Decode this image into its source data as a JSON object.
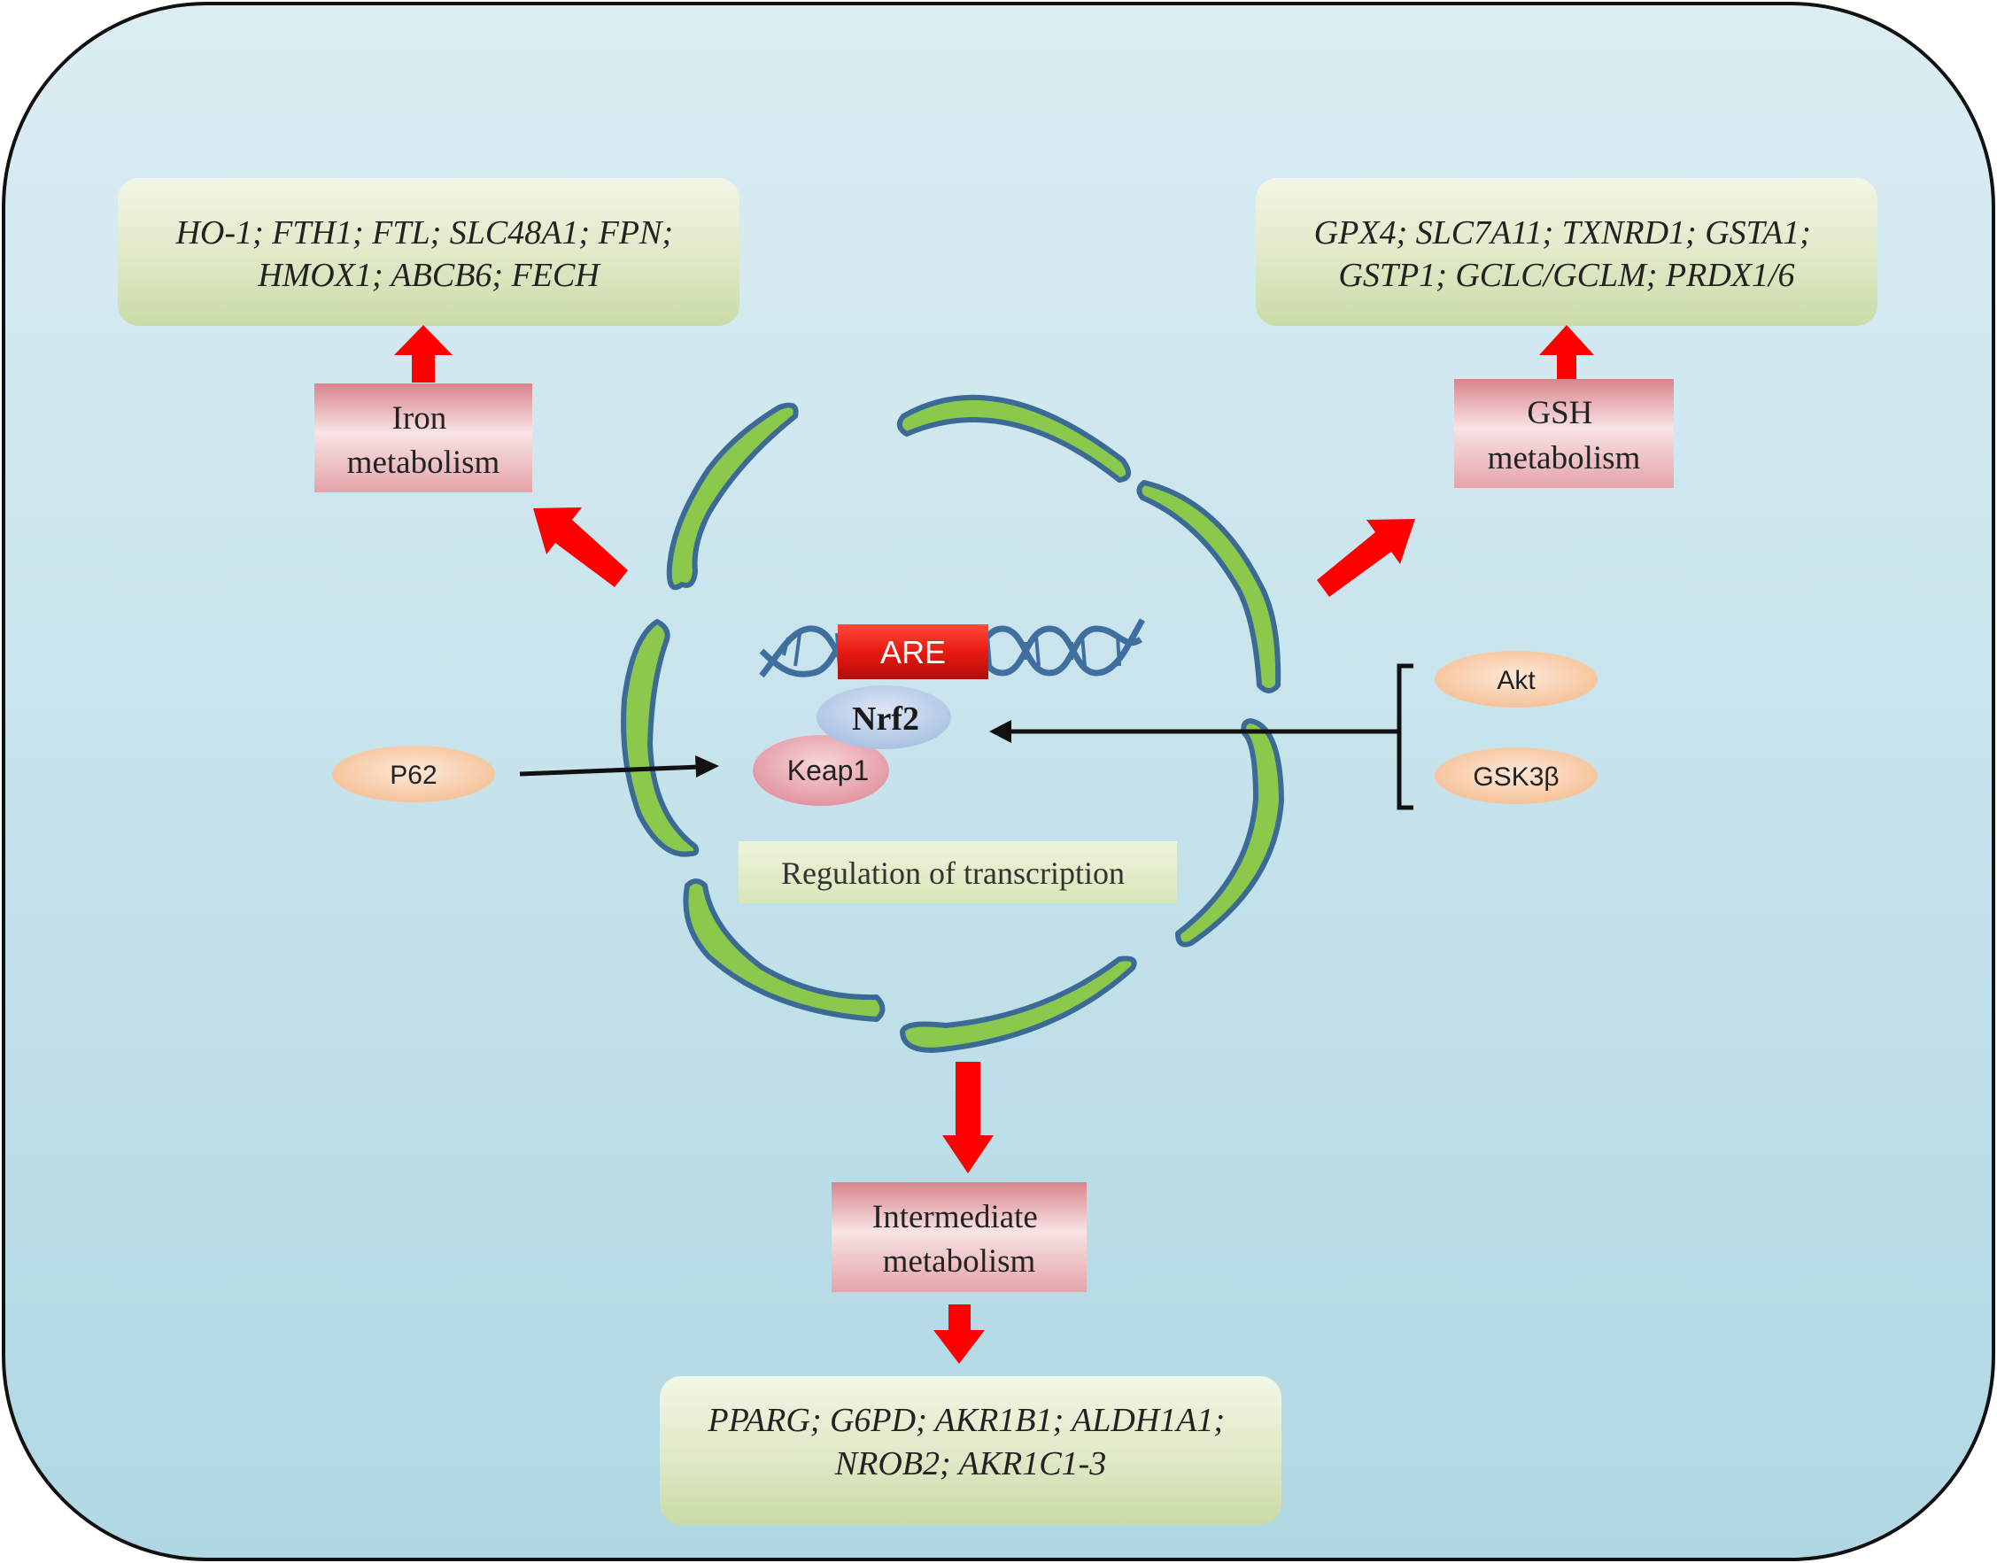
{
  "gene_boxes": {
    "iron_genes": [
      "HO-1; FTH1; FTL; SLC48A1; FPN;",
      "HMOX1; ABCB6; FECH"
    ],
    "gsh_genes": [
      "GPX4; SLC7A11; TXNRD1; GSTA1;",
      "GSTP1;  GCLC/GCLM; PRDX1/6"
    ],
    "intermediate_genes": [
      "PPARG; G6PD; AKR1B1; ALDH1A1;",
      "NROB2; AKR1C1-3"
    ]
  },
  "categories": {
    "iron": [
      "Iron",
      "metabolism"
    ],
    "gsh": [
      "GSH",
      "metabolism"
    ],
    "intermediate": [
      "Intermediate",
      "metabolism"
    ]
  },
  "nucleus": {
    "are": "ARE",
    "nrf2": "Nrf2",
    "keap1": "Keap1",
    "regulation": "Regulation  of transcription"
  },
  "regulators": {
    "p62": "P62",
    "akt": "Akt",
    "gsk3b": "GSK3β"
  },
  "colors": {
    "background_top": "#dcedf3",
    "background_bottom": "#b0d8e4",
    "membrane_fill": "#8cc84b",
    "membrane_stroke": "#3b6a96",
    "arrow_red": "#ff0000",
    "are_red": "#e8231c",
    "nrf2_blue": "#b4cbe8",
    "keap1_pink": "#eaa0a4",
    "regulator_peach": "#f7c7a0",
    "gene_box_green": "#dde8c4",
    "category_pink": "#eebcc0",
    "dna_blue": "#3f6f9f"
  },
  "icons": {
    "are_element": "are-box",
    "dna": "dna-helix-icon"
  }
}
